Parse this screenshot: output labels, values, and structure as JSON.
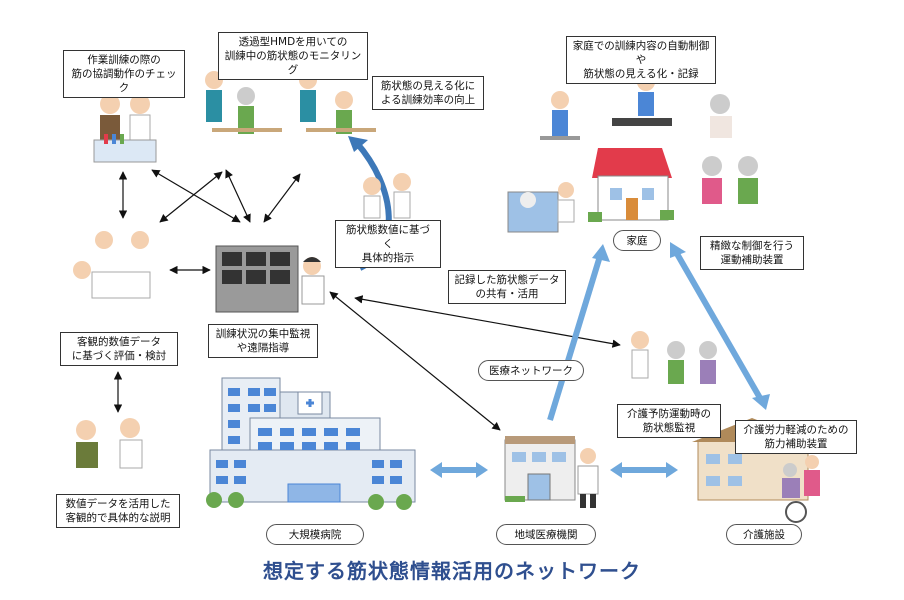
{
  "title": "想定する筋状態情報活用のネットワーク",
  "labels": {
    "check": "作業訓練の際の\n筋の協調動作のチェック",
    "hmd": "透過型HMDを用いての\n訓練中の筋状態のモニタリング",
    "visual": "筋状態の見える化に\nよる訓練効率の向上",
    "home_control": "家庭での訓練内容の自動制御や\n筋状態の見える化・記録",
    "instruction": "筋状態数値に基づく\n具体的指示",
    "shared": "記録した筋状態データ\nの共有・活用",
    "evaluation": "客観的数値データ\nに基づく評価・検討",
    "central": "訓練状況の集中監視\nや遠隔指導",
    "precise": "精緻な制御を行う\n運動補助装置",
    "prevention": "介護予防運動時の\n筋状態監視",
    "care_device": "介護労力軽減のための\n筋力補助装置",
    "explanation": "数値データを活用した\n客観的で具体的な説明",
    "medical_network": "医療ネットワーク"
  },
  "places": {
    "home": "家庭",
    "hospital": "大規模病院",
    "clinic": "地域医療機関",
    "facility": "介護施設"
  },
  "colors": {
    "blue_arrow": "#6fa8dc",
    "blue_arrow_dark": "#3d78b8",
    "roof": "#e23b4b",
    "title": "#2f4f8f"
  }
}
